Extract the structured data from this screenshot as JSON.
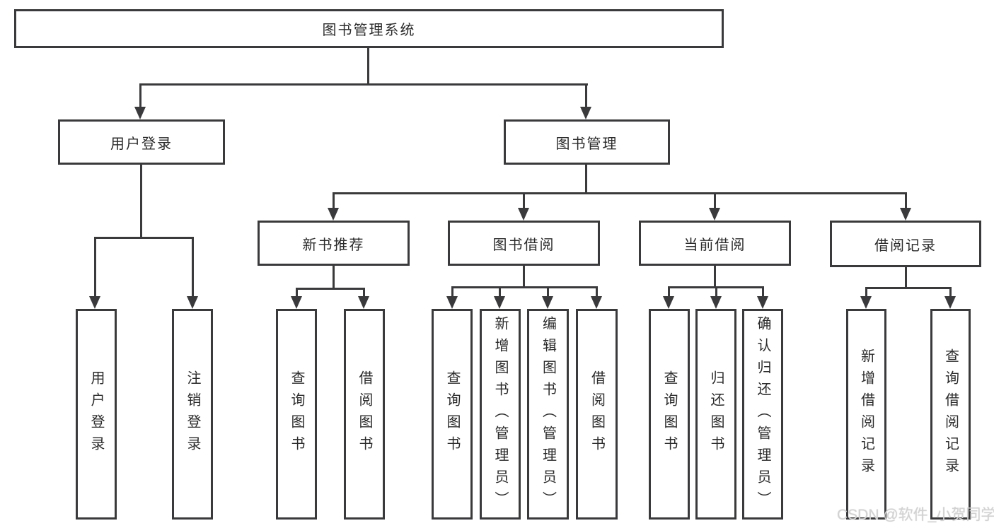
{
  "diagram_title": "图书管理系统",
  "nodes": {
    "root": "图书管理系统",
    "user_login": "用户登录",
    "book_mgmt": "图书管理",
    "new_book": "新书推荐",
    "book_borrow": "图书借阅",
    "current_borrow": "当前借阅",
    "borrow_record": "借阅记录",
    "leaf_user_login": "用户登录",
    "leaf_logout": "注销登录",
    "leaf_nb_query": "查询图书",
    "leaf_nb_borrow": "借阅图书",
    "leaf_bb_query": "查询图书",
    "leaf_bb_add": "新增图书（管理员）",
    "leaf_bb_edit": "编辑图书（管理员）",
    "leaf_bb_borrow": "借阅图书",
    "leaf_cb_query": "查询图书",
    "leaf_cb_return": "归还图书",
    "leaf_cb_confirm": "确认归还（管理员）",
    "leaf_br_add": "新增借阅记录",
    "leaf_br_query": "查询借阅记录"
  },
  "watermark": "CSDN @软件_小贺同学",
  "colors": {
    "line": "#3a3a3c",
    "text": "#2b2b2b",
    "background": "#ffffff",
    "watermark": "#d2d2d2"
  }
}
